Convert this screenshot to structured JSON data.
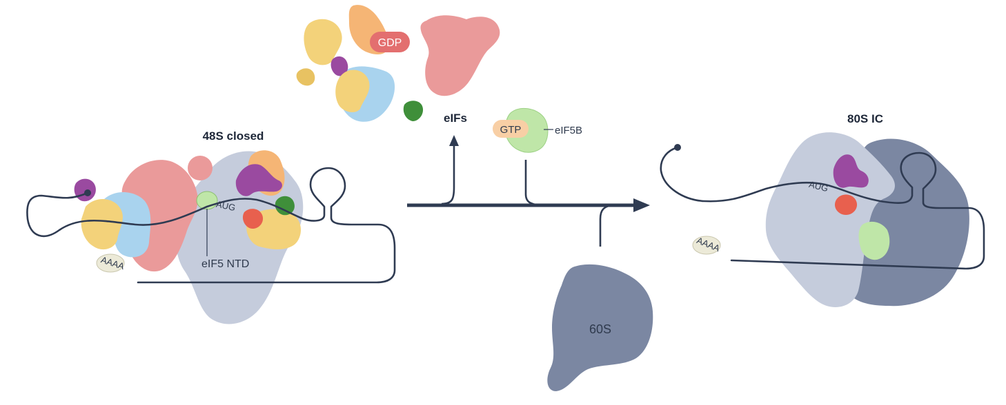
{
  "labels": {
    "stage_48s": "48S closed",
    "stage_80s": "80S IC",
    "eifs": "eIFs",
    "gdp": "GDP",
    "gtp": "GTP",
    "eif5b": "eIF5B",
    "eif5_ntd": "eIF5 NTD",
    "aug_48s": "AUG",
    "aug_80s": "AUG",
    "polya_48s": "AAAA",
    "polya_80s": "AAAA",
    "subunit_60s": "60S"
  },
  "colors": {
    "mrna": "#2f3b52",
    "arrow": "#2f3b52",
    "ribosome_40s": "#c5ccdc",
    "ribosome_60s": "#7b87a2",
    "eif_yellow": "#f3d27a",
    "eif_blue": "#a9d3ee",
    "eif_pink": "#ea9a9a",
    "eif_orange": "#f5b575",
    "eif_purple": "#9a4aa0",
    "eif_green_dark": "#3f8f3a",
    "eif_green_light": "#bfe6a8",
    "aug_red": "#e8604e",
    "gdp_badge": "#e36f6f",
    "gtp_badge": "#f8cfa5",
    "polya_cap": "#ecead8"
  }
}
